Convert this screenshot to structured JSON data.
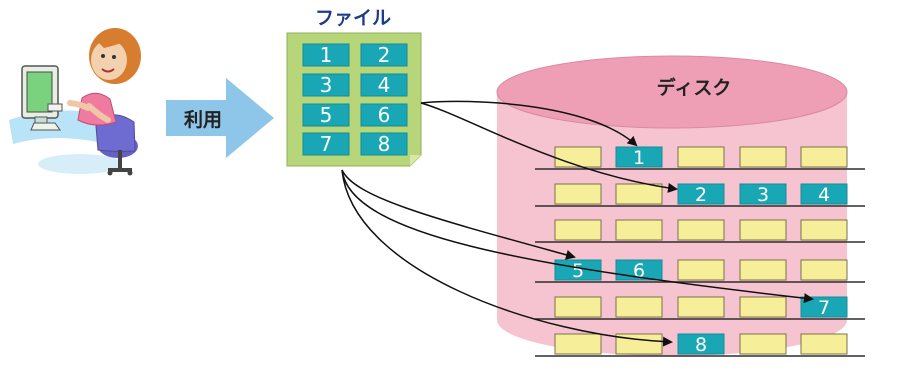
{
  "labels": {
    "file_title": "ファイル",
    "use_label": "利用",
    "disk_title": "ディスク"
  },
  "file_blocks": [
    "1",
    "2",
    "3",
    "4",
    "5",
    "6",
    "7",
    "8"
  ],
  "disk_rows": [
    [
      "",
      "1",
      "",
      "",
      ""
    ],
    [
      "",
      "",
      "2",
      "3",
      "4"
    ],
    [
      "",
      "",
      "",
      "",
      ""
    ],
    [
      "5",
      "6",
      "",
      "",
      ""
    ],
    [
      "",
      "",
      "",
      "",
      "7"
    ],
    [
      "",
      "",
      "8",
      "",
      ""
    ]
  ],
  "colors": {
    "file_block": "#1aa7b5",
    "empty_slot": "#f7ee9a",
    "file_panel": "#b7d67a",
    "disk_body": "#f6c3d0",
    "disk_top": "#ee9fb6",
    "arrow_fill": "#8dc6e9",
    "title_text": "#1e3c88"
  },
  "icons": {
    "user": "person-at-computer-icon",
    "arrow": "right-arrow-icon",
    "disk": "disk-cylinder-icon"
  }
}
